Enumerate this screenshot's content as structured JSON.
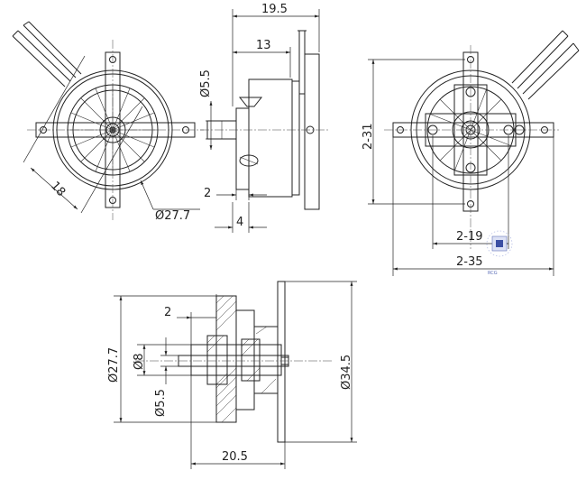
{
  "dimensions": {
    "overall_length_top": "19.5",
    "body_length": "13",
    "shaft_diameter_side": "Ø5.5",
    "flange_thickness": "2",
    "offset_bottom": "4",
    "mount_spacing_diag": "18",
    "stator_diameter_front": "Ø27.7",
    "hole_spacing_vertical": "2-31",
    "hole_spacing_inner": "2-19",
    "hole_spacing_outer": "2-35",
    "section_wall": "2",
    "section_diameter_outer": "Ø27.7",
    "section_bore": "Ø8",
    "section_shaft": "Ø5.5",
    "section_flange": "Ø34.5",
    "section_length": "20.5"
  },
  "watermark": "RCG"
}
